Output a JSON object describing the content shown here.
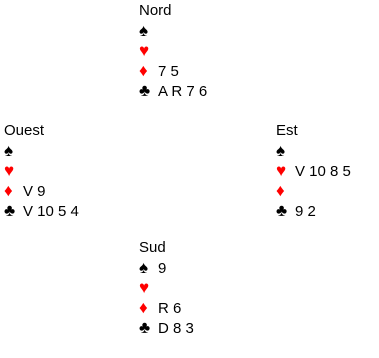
{
  "colors": {
    "red_suit": "#ff0000",
    "black_suit": "#000000"
  },
  "suit_icons": {
    "spades": "♠",
    "hearts": "♥",
    "diamonds": "♦",
    "clubs": "♣"
  },
  "hands": {
    "north": {
      "name": "Nord",
      "spades": "",
      "hearts": "",
      "diamonds": "7 5",
      "clubs": "A R 7 6"
    },
    "west": {
      "name": "Ouest",
      "spades": "",
      "hearts": "",
      "diamonds": "V 9",
      "clubs": "V 10 5 4"
    },
    "east": {
      "name": "Est",
      "spades": "",
      "hearts": "V 10 8 5",
      "diamonds": "",
      "clubs": "9 2"
    },
    "south": {
      "name": "Sud",
      "spades": "9",
      "hearts": "",
      "diamonds": "R 6",
      "clubs": "D 8 3"
    }
  }
}
